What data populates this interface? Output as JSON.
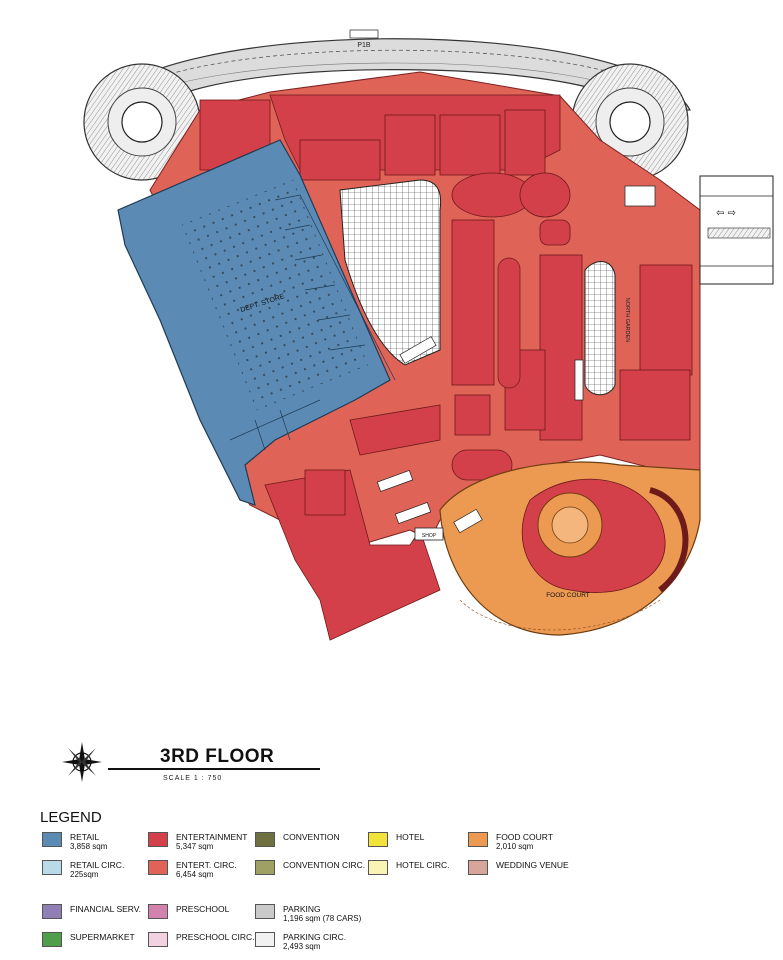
{
  "floor": {
    "title": "3RD FLOOR",
    "scale": "SCALE 1 : 750"
  },
  "plan_labels": {
    "dept_store": "DEPT. STORE",
    "food_court": "FOOD COURT",
    "parking_code": "P1B",
    "vertical_label": "NORTH GARDEN",
    "arrows": "⇦ ⇨",
    "small_tag": "SHOP"
  },
  "colors": {
    "retail": "#5b8bb4",
    "retail_circ": "#b9dbe8",
    "entertainment": "#d3404a",
    "entert_circ": "#df6356",
    "convention": "#6f7040",
    "convention_circ": "#9ea064",
    "hotel": "#f2e33a",
    "hotel_circ": "#f9f3b4",
    "food_court": "#ec9a52",
    "wedding_venue": "#d7a59a",
    "financial": "#8f7fb6",
    "preschool": "#d382ad",
    "preschool_circ": "#f2d1e0",
    "supermarket": "#4f9f4a",
    "parking": "#cacaca",
    "parking_circ": "#f1f1f1"
  },
  "legend": {
    "title": "LEGEND",
    "items": [
      {
        "label": "RETAIL",
        "sub": "3,858 sqm",
        "color_key": "retail"
      },
      {
        "label": "RETAIL CIRC.",
        "sub": "225sqm",
        "color_key": "retail_circ"
      },
      {
        "label": "ENTERTAINMENT",
        "sub": "5,347 sqm",
        "color_key": "entertainment"
      },
      {
        "label": "ENTERT. CIRC.",
        "sub": "6,454 sqm",
        "color_key": "entert_circ"
      },
      {
        "label": "CONVENTION",
        "sub": "",
        "color_key": "convention"
      },
      {
        "label": "CONVENTION CIRC.",
        "sub": "",
        "color_key": "convention_circ"
      },
      {
        "label": "HOTEL",
        "sub": "",
        "color_key": "hotel"
      },
      {
        "label": "HOTEL CIRC.",
        "sub": "",
        "color_key": "hotel_circ"
      },
      {
        "label": "FOOD COURT",
        "sub": "2,010 sqm",
        "color_key": "food_court"
      },
      {
        "label": "WEDDING VENUE",
        "sub": "",
        "color_key": "wedding_venue"
      },
      {
        "label": "FINANCIAL SERV.",
        "sub": "",
        "color_key": "financial"
      },
      {
        "label": "SUPERMARKET",
        "sub": "",
        "color_key": "supermarket"
      },
      {
        "label": "PRESCHOOL",
        "sub": "",
        "color_key": "preschool"
      },
      {
        "label": "PRESCHOOL CIRC.",
        "sub": "",
        "color_key": "preschool_circ"
      },
      {
        "label": "PARKING",
        "sub": "1,196 sqm   (78 CARS)",
        "color_key": "parking"
      },
      {
        "label": "PARKING CIRC.",
        "sub": "2,493 sqm",
        "color_key": "parking_circ"
      }
    ]
  }
}
